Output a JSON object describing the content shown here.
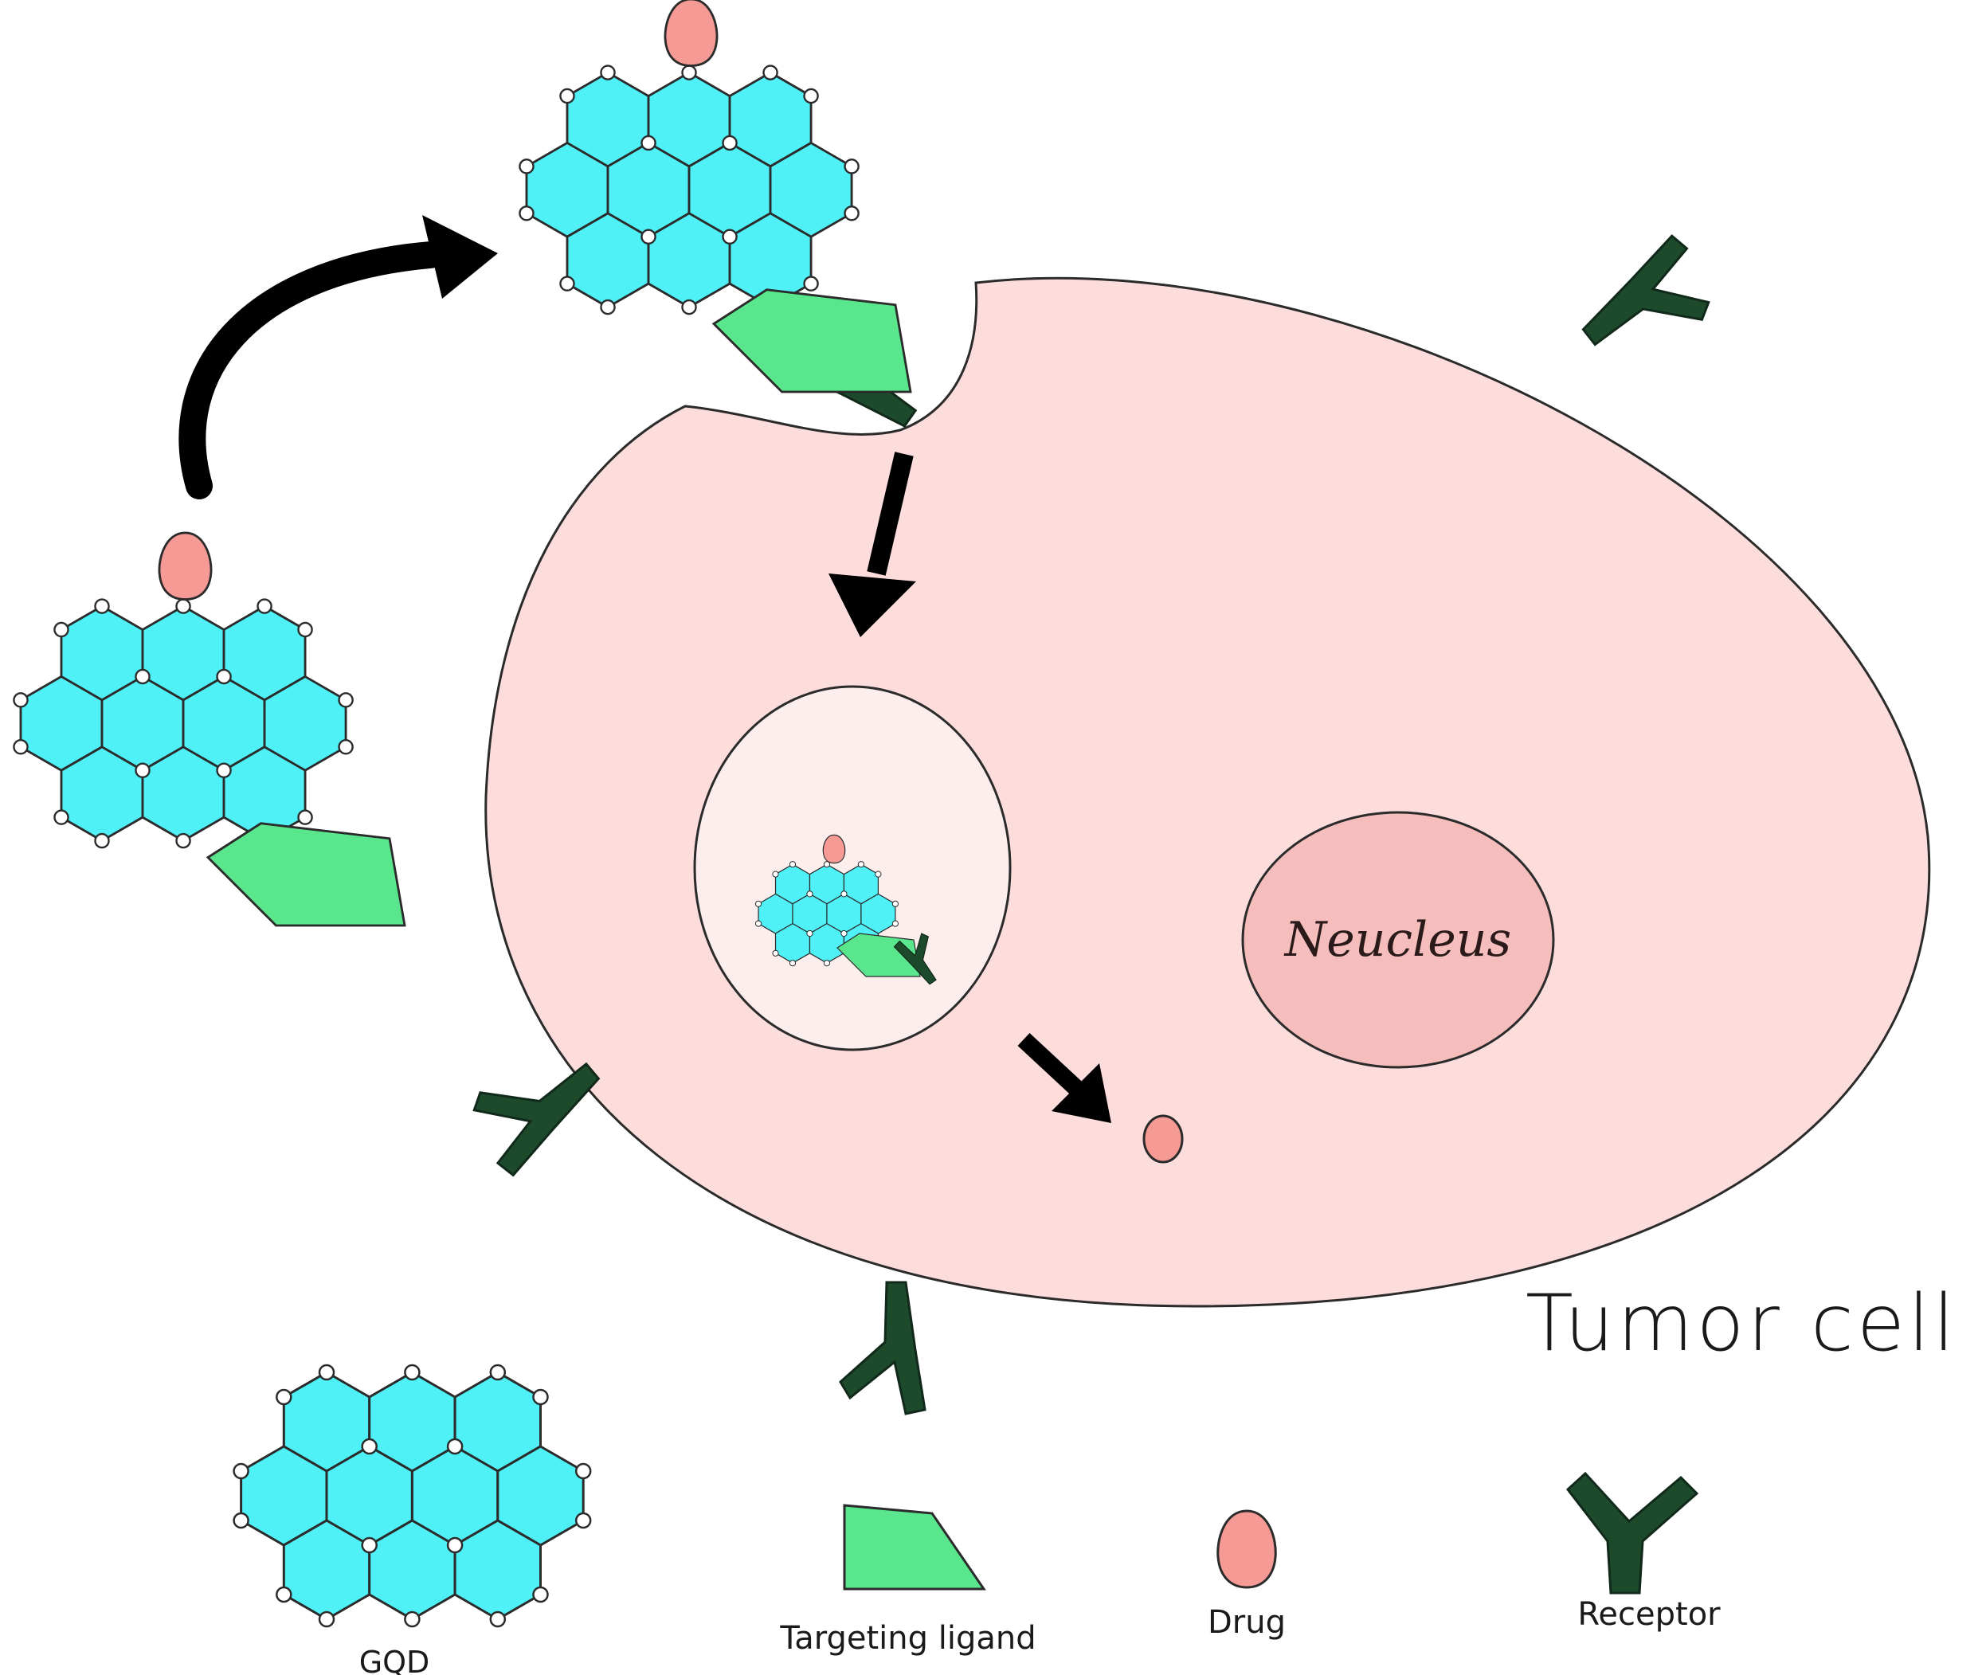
{
  "diagram": {
    "cell_label": "Tumor cell",
    "nucleus_label": "Neucleus",
    "legend": {
      "gqp": "GQD",
      "ligand": "Targeting ligand",
      "drug": "Drug",
      "receptor": "Receptor"
    },
    "colors": {
      "cell_fill": "#fddcdc",
      "vesicle_fill": "#fdeeee",
      "nucleus_fill": "#f6bdbd",
      "gqd_fill": "#4ff0f6",
      "ligand_fill": "#5ae68c",
      "drug_fill": "#f59a95",
      "receptor_fill": "#1e4a2c",
      "outline": "#2b2b2b"
    },
    "icons": [
      "graphene-quantum-dot-icon",
      "targeting-ligand-icon",
      "drug-icon",
      "receptor-icon",
      "arrow-icon"
    ]
  }
}
